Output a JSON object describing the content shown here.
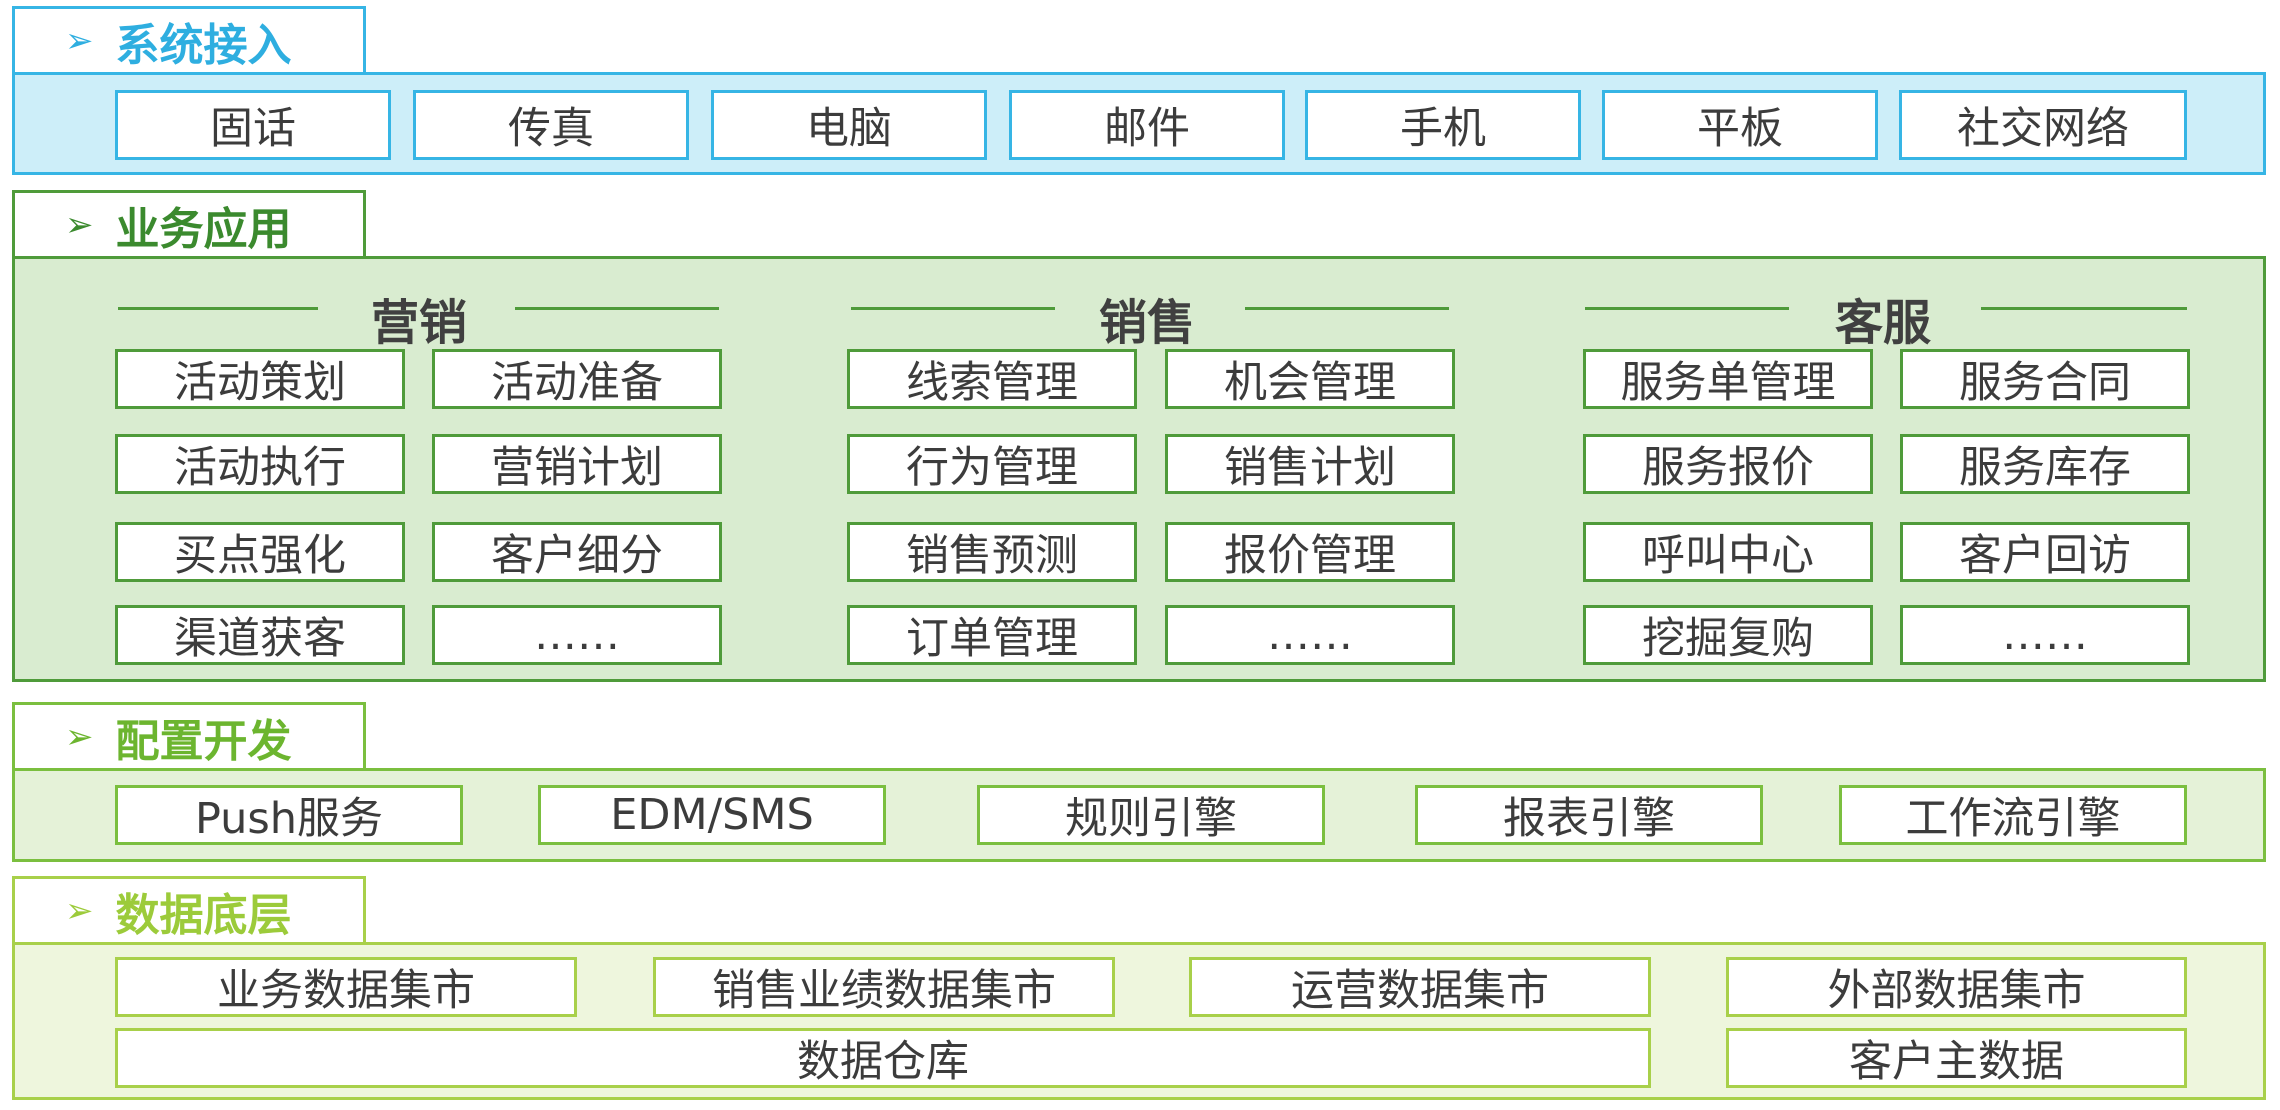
{
  "sections": {
    "access": {
      "title": "系统接入",
      "items": [
        "固话",
        "传真",
        "电脑",
        "邮件",
        "手机",
        "平板",
        "社交网络"
      ]
    },
    "business": {
      "title": "业务应用",
      "marketing": {
        "title": "营销",
        "items": [
          "活动策划",
          "活动准备",
          "活动执行",
          "营销计划",
          "买点强化",
          "客户细分",
          "渠道获客",
          "……"
        ]
      },
      "sales": {
        "title": "销售",
        "items": [
          "线索管理",
          "机会管理",
          "行为管理",
          "销售计划",
          "销售预测",
          "报价管理",
          "订单管理",
          "……"
        ]
      },
      "service": {
        "title": "客服",
        "items": [
          "服务单管理",
          "服务合同",
          "服务报价",
          "服务库存",
          "呼叫中心",
          "客户回访",
          "挖掘复购",
          "……"
        ]
      }
    },
    "config": {
      "title": "配置开发",
      "items": [
        "Push服务",
        "EDM/SMS",
        "规则引擎",
        "报表引擎",
        "工作流引擎"
      ]
    },
    "data": {
      "title": "数据底层",
      "items": [
        "业务数据集市",
        "销售业绩数据集市",
        "运营数据集市",
        "外部数据集市",
        "数据仓库",
        "客户主数据"
      ]
    }
  },
  "icons": {
    "tab_arrow": "arrow-right-icon"
  },
  "colors": {
    "access": "#36b5e5",
    "business": "#4f9b3a",
    "config": "#7bbf3f",
    "data": "#a8d04a"
  }
}
